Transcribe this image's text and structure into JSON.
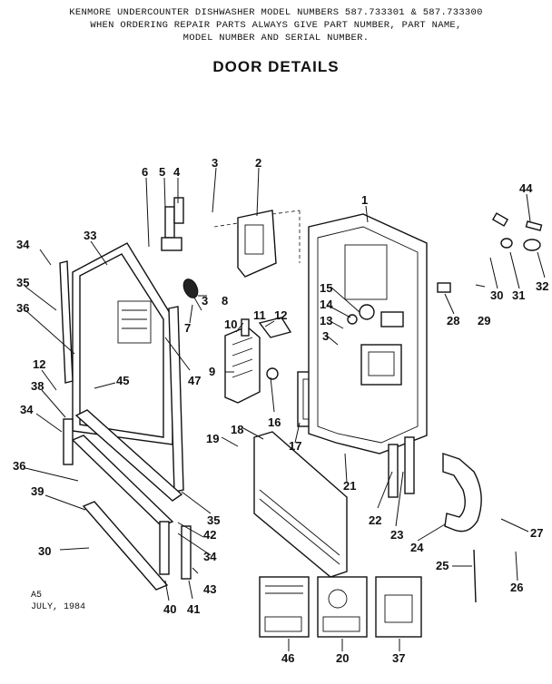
{
  "header": {
    "line1": "KENMORE UNDERCOUNTER DISHWASHER     MODEL NUMBERS 587.733301 & 587.733300",
    "line2": "WHEN ORDERING REPAIR PARTS ALWAYS GIVE PART NUMBER, PART NAME,",
    "line3": "MODEL NUMBER AND SERIAL NUMBER."
  },
  "title": "DOOR DETAILS",
  "stamp": {
    "line1": "A5",
    "line2": "JULY, 1984"
  },
  "callouts": [
    "1",
    "2",
    "3",
    "3",
    "3",
    "4",
    "5",
    "6",
    "7",
    "8",
    "9",
    "10",
    "11",
    "12",
    "12",
    "13",
    "14",
    "15",
    "16",
    "17",
    "18",
    "19",
    "20",
    "21",
    "22",
    "23",
    "24",
    "25",
    "26",
    "27",
    "28",
    "29",
    "30",
    "30",
    "31",
    "32",
    "33",
    "34",
    "34",
    "34",
    "35",
    "35",
    "36",
    "36",
    "37",
    "38",
    "39",
    "40",
    "41",
    "42",
    "43",
    "44",
    "45",
    "46",
    "47"
  ]
}
